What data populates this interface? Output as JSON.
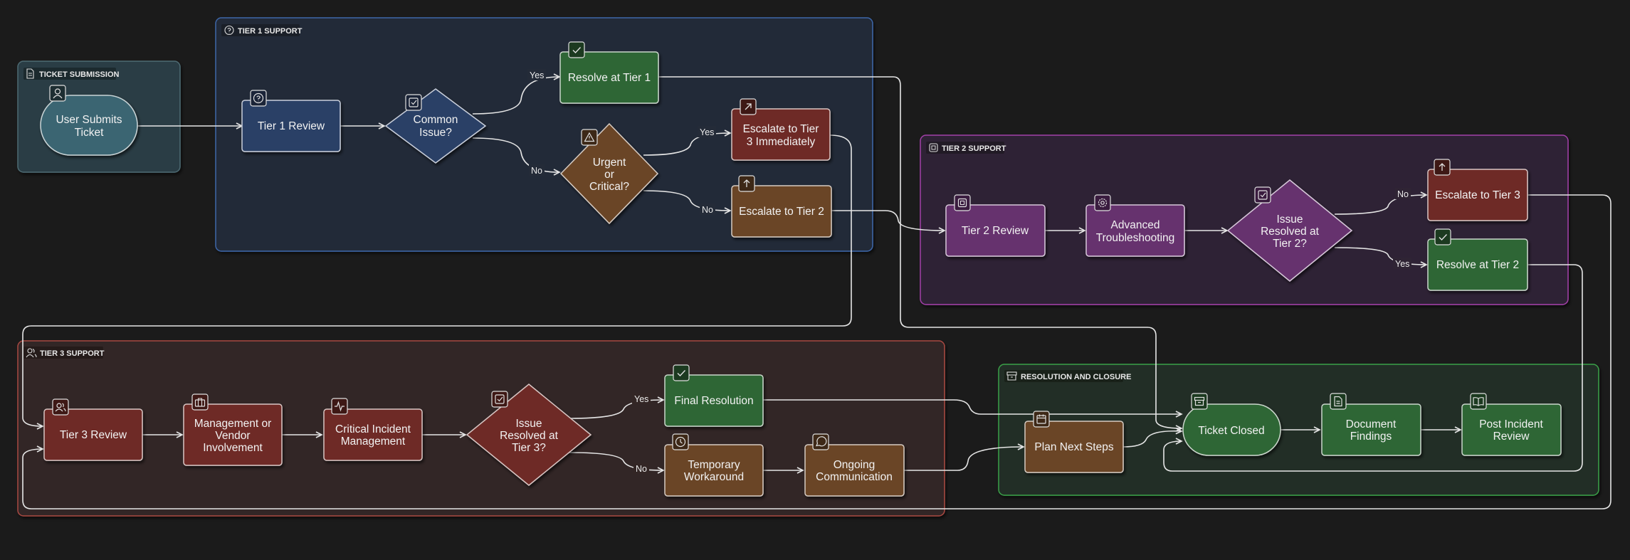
{
  "lanes": {
    "submission": "TICKET SUBMISSION",
    "tier1": "TIER 1 SUPPORT",
    "tier2": "TIER 2 SUPPORT",
    "tier3": "TIER 3 SUPPORT",
    "closure": "RESOLUTION AND CLOSURE"
  },
  "nodes": {
    "user_submits": [
      "User Submits",
      "Ticket"
    ],
    "tier1_review": [
      "Tier 1 Review"
    ],
    "common_issue": [
      "Common",
      "Issue?"
    ],
    "resolve_t1": [
      "Resolve at Tier 1"
    ],
    "urgent": [
      "Urgent",
      "or",
      "Critical?"
    ],
    "escalate_t3_now": [
      "Escalate to Tier",
      "3 Immediately"
    ],
    "escalate_t2": [
      "Escalate to Tier 2"
    ],
    "tier2_review": [
      "Tier 2 Review"
    ],
    "advanced": [
      "Advanced",
      "Troubleshooting"
    ],
    "resolved_t2": [
      "Issue",
      "Resolved at",
      "Tier 2?"
    ],
    "escalate_t3": [
      "Escalate to Tier 3"
    ],
    "resolve_t2": [
      "Resolve at Tier 2"
    ],
    "tier3_review": [
      "Tier 3 Review"
    ],
    "management": [
      "Management or",
      "Vendor",
      "Involvement"
    ],
    "critical_incident": [
      "Critical Incident",
      "Management"
    ],
    "resolved_t3": [
      "Issue",
      "Resolved at",
      "Tier 3?"
    ],
    "final_resolution": [
      "Final Resolution"
    ],
    "workaround": [
      "Temporary",
      "Workaround"
    ],
    "ongoing": [
      "Ongoing",
      "Communication"
    ],
    "plan_next": [
      "Plan Next Steps"
    ],
    "ticket_closed": [
      "Ticket Closed"
    ],
    "document": [
      "Document",
      "Findings"
    ],
    "post_incident": [
      "Post Incident",
      "Review"
    ]
  },
  "edge_labels": {
    "yes": "Yes",
    "no": "No"
  },
  "icons": {
    "user_submits": "user-icon",
    "tier1_review": "help-circle-icon",
    "common_issue": "check-square-icon",
    "resolve_t1": "check-icon",
    "urgent": "alert-triangle-icon",
    "escalate_t3_now": "arrow-up-right-icon",
    "escalate_t2": "arrow-up-icon",
    "tier2_review": "cpu-icon",
    "advanced": "gear-icon",
    "resolved_t2": "check-square-icon",
    "escalate_t3": "arrow-up-icon",
    "resolve_t2": "check-icon",
    "tier3_review": "users-icon",
    "management": "briefcase-icon",
    "critical_incident": "activity-icon",
    "resolved_t3": "check-square-icon",
    "final_resolution": "check-icon",
    "workaround": "clock-icon",
    "ongoing": "message-icon",
    "plan_next": "calendar-icon",
    "ticket_closed": "archive-icon",
    "document": "file-text-icon",
    "post_incident": "book-open-icon"
  },
  "colors": {
    "background": "#1b1b1b",
    "submission_lane": "#2c3e44",
    "tier1_lane": "#242b38",
    "tier2_lane": "#2f2434",
    "tier3_lane": "#332625",
    "closure_lane": "#232e25",
    "teal": "#3a6572",
    "blue": "#2a3f66",
    "green": "#2d6634",
    "brown": "#6a4526",
    "red": "#6e2b26",
    "purple": "#66326e"
  }
}
